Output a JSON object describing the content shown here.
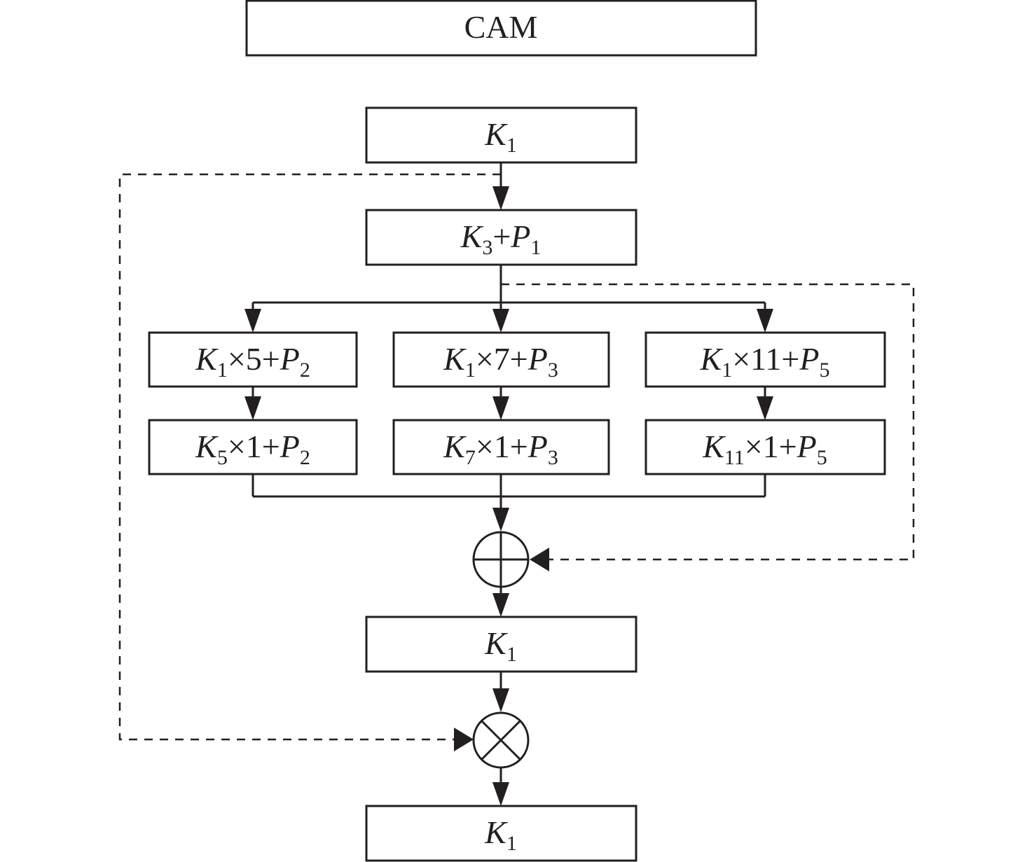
{
  "title": "CAM",
  "nodes": {
    "input": {
      "base": "K",
      "sub": "1",
      "rest": ""
    },
    "conv3": {
      "parts": [
        [
          "K",
          "3",
          ""
        ],
        [
          "+",
          null,
          ""
        ],
        [
          "P",
          "1",
          ""
        ]
      ]
    },
    "branch5a": "K1×5+P2",
    "branch7a": "K1×7+P3",
    "branch11a": "K1×11+P5",
    "branch5b": "K5×1+P2",
    "branch7b": "K7×1+P3",
    "branch11b": "K11×1+P5",
    "post_conv": "K1",
    "output": "K1"
  },
  "labels": {
    "input": [
      {
        "t": "K",
        "i": true
      },
      {
        "t": "1",
        "s": true
      }
    ],
    "conv3": [
      {
        "t": "K",
        "i": true
      },
      {
        "t": "3",
        "s": true
      },
      {
        "t": "+"
      },
      {
        "t": "P",
        "i": true
      },
      {
        "t": "1",
        "s": true
      }
    ],
    "branch5a": [
      {
        "t": "K",
        "i": true
      },
      {
        "t": "1",
        "s": true
      },
      {
        "t": "×5+"
      },
      {
        "t": "P",
        "i": true
      },
      {
        "t": "2",
        "s": true
      }
    ],
    "branch7a": [
      {
        "t": "K",
        "i": true
      },
      {
        "t": "1",
        "s": true
      },
      {
        "t": "×7+"
      },
      {
        "t": "P",
        "i": true
      },
      {
        "t": "3",
        "s": true
      }
    ],
    "branch11a": [
      {
        "t": "K",
        "i": true
      },
      {
        "t": "1",
        "s": true
      },
      {
        "t": "×11+"
      },
      {
        "t": "P",
        "i": true
      },
      {
        "t": "5",
        "s": true
      }
    ],
    "branch5b": [
      {
        "t": "K",
        "i": true
      },
      {
        "t": "5",
        "s": true
      },
      {
        "t": "×1+"
      },
      {
        "t": "P",
        "i": true
      },
      {
        "t": "2",
        "s": true
      }
    ],
    "branch7b": [
      {
        "t": "K",
        "i": true
      },
      {
        "t": "7",
        "s": true
      },
      {
        "t": "×1+"
      },
      {
        "t": "P",
        "i": true
      },
      {
        "t": "3",
        "s": true
      }
    ],
    "branch11b": [
      {
        "t": "K",
        "i": true
      },
      {
        "t": "11",
        "s": true
      },
      {
        "t": "×1+"
      },
      {
        "t": "P",
        "i": true
      },
      {
        "t": "5",
        "s": true
      }
    ],
    "post_conv": [
      {
        "t": "K",
        "i": true
      },
      {
        "t": "1",
        "s": true
      }
    ],
    "output": [
      {
        "t": "K",
        "i": true
      },
      {
        "t": "1",
        "s": true
      }
    ]
  },
  "operators": {
    "add": "element-wise addition",
    "multiply": "element-wise multiplication"
  }
}
